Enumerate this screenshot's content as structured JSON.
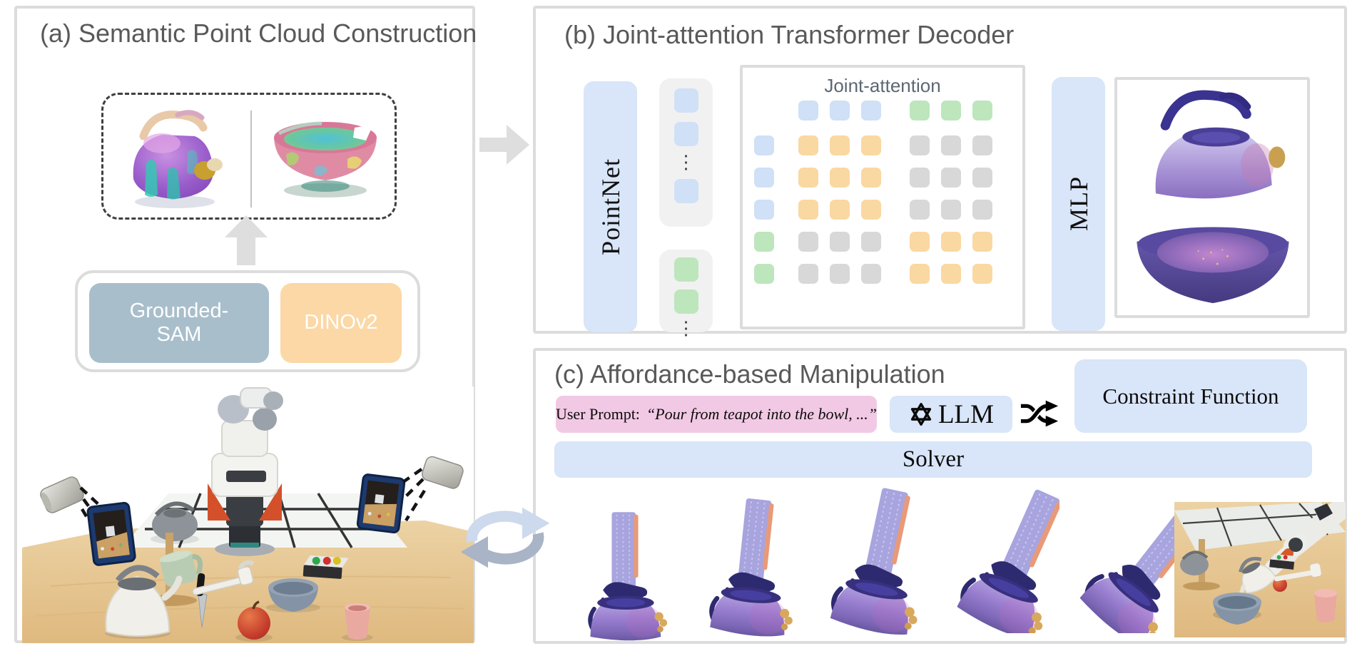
{
  "figure": {
    "panel_a_title": "(a) Semantic Point Cloud Construction",
    "panel_b_title": "(b) Joint-attention Transformer Decoder",
    "panel_c_title": "(c) Affordance-based Manipulation"
  },
  "panel_a": {
    "grounded_sam_line1": "Grounded-",
    "grounded_sam_line2": "SAM",
    "dinov2_label": "DINOv2"
  },
  "panel_b": {
    "pointnet_label": "PointNet",
    "mlp_label": "MLP",
    "attention_label": "Joint-attention",
    "dots_glyph": "⋮",
    "tokens_top": [
      "blue",
      "blue",
      "dots",
      "blue"
    ],
    "tokens_bottom": [
      "green",
      "green",
      "dots"
    ],
    "attention_matrix": {
      "header": [
        "blue",
        "blue",
        "blue",
        "green",
        "green",
        "green"
      ],
      "rows": [
        {
          "label": "blue",
          "cells": [
            "orange",
            "orange",
            "orange",
            "gray",
            "gray",
            "gray"
          ]
        },
        {
          "label": "blue",
          "cells": [
            "orange",
            "orange",
            "orange",
            "gray",
            "gray",
            "gray"
          ]
        },
        {
          "label": "blue",
          "cells": [
            "orange",
            "orange",
            "orange",
            "gray",
            "gray",
            "gray"
          ]
        },
        {
          "label": "green",
          "cells": [
            "gray",
            "gray",
            "gray",
            "orange",
            "orange",
            "orange"
          ]
        },
        {
          "label": "green",
          "cells": [
            "gray",
            "gray",
            "gray",
            "orange",
            "orange",
            "orange"
          ]
        }
      ]
    }
  },
  "panel_c": {
    "user_prompt_label": "User Prompt:",
    "user_prompt_quote": "“Pour from teapot into the bowl, ...”",
    "llm_label": "LLM",
    "constraint_function_label": "Constraint Function",
    "solver_label": "Solver"
  },
  "icons": {
    "openai_logo": "openai-logo-icon",
    "shuffle": "shuffle-icon",
    "up_arrow": "up-arrow-icon",
    "right_arrow": "right-arrow-icon",
    "cycle_arrows": "cycle-arrows-icon"
  },
  "colors": {
    "panel-border": "#dcdcdc",
    "title-text": "#595959",
    "box-blue": "#d9e5f8",
    "sq-blue": "#cfe0f7",
    "sq-green": "#bde6bc",
    "sq-orange": "#fad8a2",
    "sq-gray": "#d8d8d8",
    "token-bg": "#f1f1f1",
    "prompt-pink": "#f2c9e4",
    "sam-fill": "#a8becb",
    "dino-fill": "#fbd8a6",
    "dash-border": "#3f3f3f",
    "arrow-gray": "#dedede",
    "cycle-light": "#cdd9ec",
    "cycle-dark": "#a9b4c6"
  }
}
